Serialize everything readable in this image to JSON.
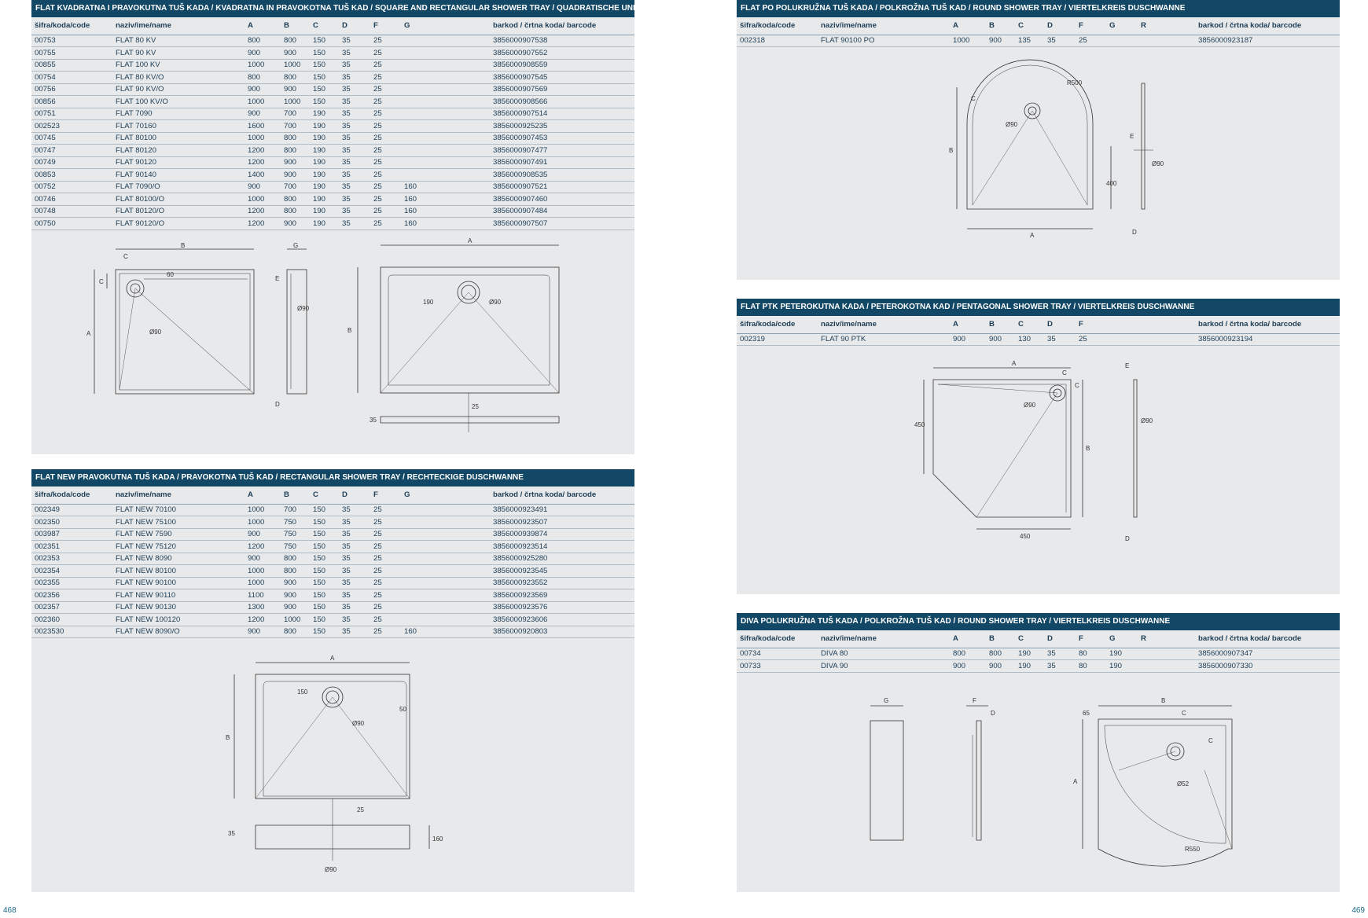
{
  "cols_g": [
    "šifra/koda/code",
    "naziv/ime/name",
    "A",
    "B",
    "C",
    "D",
    "F",
    "G",
    "barkod / črtna koda/ barcode"
  ],
  "cols_r": [
    "šifra/koda/code",
    "naziv/ime/name",
    "A",
    "B",
    "C",
    "D",
    "F",
    "G",
    "R",
    "barkod / črtna koda/ barcode"
  ],
  "cols_ptk": [
    "šifra/koda/code",
    "naziv/ime/name",
    "A",
    "B",
    "C",
    "D",
    "F",
    "barkod / črtna koda/ barcode"
  ],
  "sec1": {
    "title": "FLAT KVADRATNA I PRAVOKUTNA TUŠ KADA / KVADRATNA IN PRAVOKOTNA TUŠ KAD / SQUARE AND RECTANGULAR SHOWER TRAY / QUADRATISCHE UND RECHTECKIGE DUSCHWANNE",
    "rows": [
      [
        "00753",
        "FLAT 80 KV",
        "800",
        "800",
        "150",
        "35",
        "25",
        "",
        "3856000907538"
      ],
      [
        "00755",
        "FLAT 90 KV",
        "900",
        "900",
        "150",
        "35",
        "25",
        "",
        "3856000907552"
      ],
      [
        "00855",
        "FLAT 100 KV",
        "1000",
        "1000",
        "150",
        "35",
        "25",
        "",
        "3856000908559"
      ],
      [
        "00754",
        "FLAT 80 KV/O",
        "800",
        "800",
        "150",
        "35",
        "25",
        "",
        "3856000907545"
      ],
      [
        "00756",
        "FLAT 90 KV/O",
        "900",
        "900",
        "150",
        "35",
        "25",
        "",
        "3856000907569"
      ],
      [
        "00856",
        "FLAT 100 KV/O",
        "1000",
        "1000",
        "150",
        "35",
        "25",
        "",
        "3856000908566"
      ],
      [
        "00751",
        "FLAT 7090",
        "900",
        "700",
        "190",
        "35",
        "25",
        "",
        "3856000907514"
      ],
      [
        "002523",
        "FLAT 70160",
        "1600",
        "700",
        "190",
        "35",
        "25",
        "",
        "3856000925235"
      ],
      [
        "00745",
        "FLAT 80100",
        "1000",
        "800",
        "190",
        "35",
        "25",
        "",
        "3856000907453"
      ],
      [
        "00747",
        "FLAT 80120",
        "1200",
        "800",
        "190",
        "35",
        "25",
        "",
        "3856000907477"
      ],
      [
        "00749",
        "FLAT 90120",
        "1200",
        "900",
        "190",
        "35",
        "25",
        "",
        "3856000907491"
      ],
      [
        "00853",
        "FLAT 90140",
        "1400",
        "900",
        "190",
        "35",
        "25",
        "",
        "3856000908535"
      ],
      [
        "00752",
        "FLAT 7090/O",
        "900",
        "700",
        "190",
        "35",
        "25",
        "160",
        "3856000907521"
      ],
      [
        "00746",
        "FLAT 80100/O",
        "1000",
        "800",
        "190",
        "35",
        "25",
        "160",
        "3856000907460"
      ],
      [
        "00748",
        "FLAT 80120/O",
        "1200",
        "800",
        "190",
        "35",
        "25",
        "160",
        "3856000907484"
      ],
      [
        "00750",
        "FLAT 90120/O",
        "1200",
        "900",
        "190",
        "35",
        "25",
        "160",
        "3856000907507"
      ]
    ],
    "dims": {
      "a": "A",
      "b": "B",
      "c": "C",
      "g": "G",
      "d": "D",
      "e": "E",
      "d60": "60",
      "d90": "Ø90",
      "d90b": "Ø90",
      "d190": "190",
      "d25": "25",
      "d35": "35"
    }
  },
  "sec2": {
    "title": "FLAT NEW PRAVOKUTNA TUŠ KADA / PRAVOKOTNA TUŠ KAD / RECTANGULAR SHOWER TRAY / RECHTECKIGE DUSCHWANNE",
    "rows": [
      [
        "002349",
        "FLAT NEW 70100",
        "1000",
        "700",
        "150",
        "35",
        "25",
        "",
        "3856000923491"
      ],
      [
        "002350",
        "FLAT NEW 75100",
        "1000",
        "750",
        "150",
        "35",
        "25",
        "",
        "3856000923507"
      ],
      [
        "003987",
        "FLAT NEW 7590",
        "900",
        "750",
        "150",
        "35",
        "25",
        "",
        "3856000939874"
      ],
      [
        "002351",
        "FLAT NEW 75120",
        "1200",
        "750",
        "150",
        "35",
        "25",
        "",
        "3856000923514"
      ],
      [
        "002353",
        "FLAT NEW 8090",
        "900",
        "800",
        "150",
        "35",
        "25",
        "",
        "3856000925280"
      ],
      [
        "002354",
        "FLAT NEW 80100",
        "1000",
        "800",
        "150",
        "35",
        "25",
        "",
        "3856000923545"
      ],
      [
        "002355",
        "FLAT NEW 90100",
        "1000",
        "900",
        "150",
        "35",
        "25",
        "",
        "3856000923552"
      ],
      [
        "002356",
        "FLAT NEW 90110",
        "1100",
        "900",
        "150",
        "35",
        "25",
        "",
        "3856000923569"
      ],
      [
        "002357",
        "FLAT NEW 90130",
        "1300",
        "900",
        "150",
        "35",
        "25",
        "",
        "3856000923576"
      ],
      [
        "002360",
        "FLAT NEW 100120",
        "1200",
        "1000",
        "150",
        "35",
        "25",
        "",
        "3856000923606"
      ],
      [
        "0023530",
        "FLAT NEW 8090/O",
        "900",
        "800",
        "150",
        "35",
        "25",
        "160",
        "3856000920803"
      ]
    ],
    "dims": {
      "a": "A",
      "b": "B",
      "d150": "150",
      "d90": "Ø90",
      "d50": "50",
      "d25": "25",
      "d35": "35",
      "d160": "160",
      "d90b": "Ø90"
    }
  },
  "sec3": {
    "title": "FLAT PO POLUKRUŽNA TUŠ KADA / POLKROŽNA TUŠ KAD / ROUND SHOWER TRAY / VIERTELKREIS DUSCHWANNE",
    "rows": [
      [
        "002318",
        "FLAT 90100 PO",
        "1000",
        "900",
        "135",
        "35",
        "25",
        "",
        "",
        "3856000923187"
      ]
    ],
    "dims": {
      "a": "A",
      "b": "B",
      "c": "C",
      "d": "D",
      "e": "E",
      "r": "R500",
      "d90": "Ø90",
      "d90b": "Ø90",
      "d400": "400"
    }
  },
  "sec4": {
    "title": "FLAT PTK PETEROKUTNA KADA / PETEROKOTNA KAD / PENTAGONAL SHOWER TRAY / VIERTELKREIS DUSCHWANNE",
    "rows": [
      [
        "002319",
        "FLAT 90 PTK",
        "900",
        "900",
        "130",
        "35",
        "25",
        "3856000923194"
      ]
    ],
    "dims": {
      "a": "A",
      "b": "B",
      "c": "C",
      "c2": "C",
      "d": "D",
      "e": "E",
      "d90": "Ø90",
      "d90b": "Ø90",
      "d450": "450",
      "d450b": "450"
    }
  },
  "sec5": {
    "title": "DIVA POLUKRUŽNA TUŠ KADA / POLKROŽNA TUŠ KAD / ROUND SHOWER TRAY / VIERTELKREIS DUSCHWANNE",
    "rows": [
      [
        "00734",
        "DIVA 80",
        "800",
        "800",
        "190",
        "35",
        "80",
        "190",
        "",
        "3856000907347"
      ],
      [
        "00733",
        "DIVA 90",
        "900",
        "900",
        "190",
        "35",
        "80",
        "190",
        "",
        "3856000907330"
      ]
    ],
    "dims": {
      "g": "G",
      "f": "F",
      "d": "D",
      "b": "B",
      "d65": "65",
      "c": "C",
      "c2": "C",
      "a": "A",
      "d52": "Ø52",
      "r": "R550"
    }
  },
  "pages": {
    "left": "468",
    "right": "469"
  }
}
